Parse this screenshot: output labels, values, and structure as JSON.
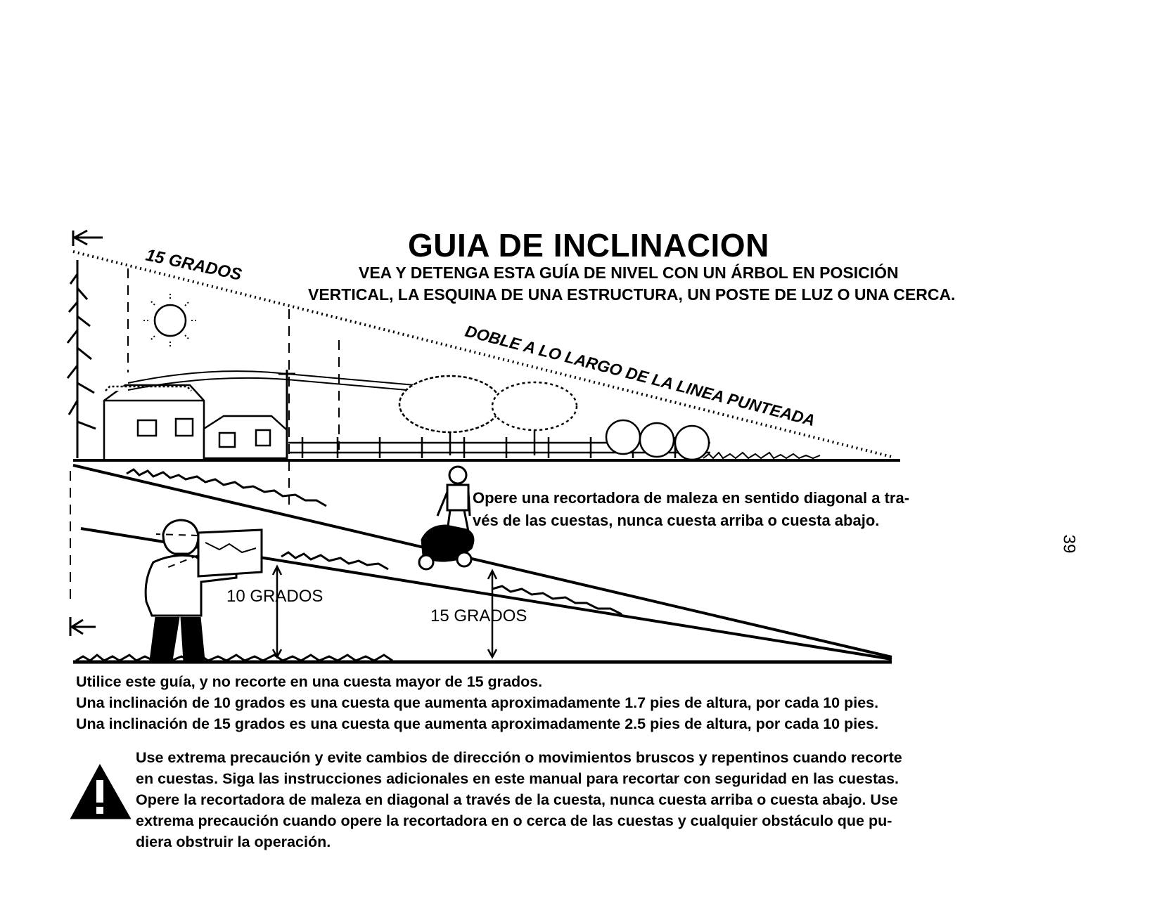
{
  "header": {
    "title": "GUIA DE INCLINACION",
    "subtitle_line1": "VEA Y DETENGA ESTA GUÍA DE NIVEL CON UN ÁRBOL EN POSICIÓN",
    "subtitle_line2": "VERTICAL, LA ESQUINA DE UNA ESTRUCTURA, UN POSTE DE LUZ O UNA CERCA."
  },
  "illustration": {
    "top_angle_label": "15 GRADOS",
    "fold_label": "DOBLE A LO LARGO DE LA LINEA PUNTEADA",
    "label_10": "10 GRADOS",
    "label_15": "15 GRADOS",
    "caption_line1": "Opere una recortadora de maleza en sentido diagonal a tra-",
    "caption_line2": "vés de las cuestas, nunca cuesta arriba o cuesta abajo."
  },
  "notes": [
    "Utilice este guía, y no recorte en una cuesta mayor de 15 grados.",
    "Una inclinación de 10 grados es una cuesta que aumenta aproximadamente 1.7 pies de altura, por cada 10 pies.",
    "Una inclinación de 15 grados es una cuesta que aumenta aproximadamente 2.5 pies de altura, por cada 10 pies."
  ],
  "warning": {
    "icon": "warning-triangle-icon",
    "lines": [
      "Use extrema precaución y evite cambios de dirección o movimientos bruscos y repentinos cuando recorte",
      "en cuestas. Siga las instrucciones adicionales en este manual para recortar con seguridad en las cuestas.",
      "Opere la recortadora de maleza en diagonal a través de la cuesta, nunca cuesta arriba o cuesta abajo. Use",
      "extrema precaución cuando opere la recortadora en o cerca de las cuestas y cualquier obstáculo que pu-",
      "diera obstruir la operación."
    ]
  },
  "page_number": "39"
}
